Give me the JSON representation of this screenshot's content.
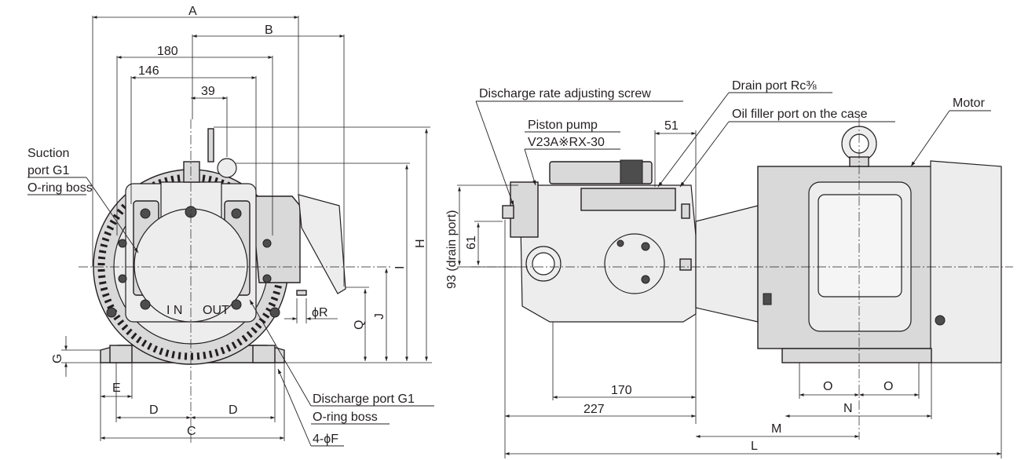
{
  "front_view": {
    "dims": {
      "A": "A",
      "B": "B",
      "d180": "180",
      "d146": "146",
      "d39": "39",
      "H": "H",
      "I": "I",
      "J": "J",
      "Q": "Q",
      "phiR": "ϕR",
      "G": "G",
      "E": "E",
      "D1": "D",
      "D2": "D",
      "C": "C"
    },
    "case_marks": {
      "in": "I N",
      "out": "OUT"
    },
    "callouts": {
      "suction_l1": "Suction",
      "suction_l2": "port G1",
      "suction_l3": "O-ring boss",
      "discharge_l1": "Discharge port G1",
      "discharge_l2": "O-ring boss",
      "holes": "4-ϕF"
    }
  },
  "side_view": {
    "dims": {
      "drain_height": "93 (drain port)",
      "d61": "61",
      "d51": "51",
      "d170": "170",
      "d227": "227",
      "M": "M",
      "L": "L",
      "N": "N",
      "O1": "O",
      "O2": "O"
    },
    "callouts": {
      "adjusting_screw": "Discharge rate adjusting screw",
      "piston_pump_l1": "Piston pump",
      "piston_pump_l2": "V23A※RX-30",
      "drain_port": "Drain port Rc⅜",
      "oil_filler": "Oil filler port on the case",
      "motor": "Motor"
    }
  }
}
